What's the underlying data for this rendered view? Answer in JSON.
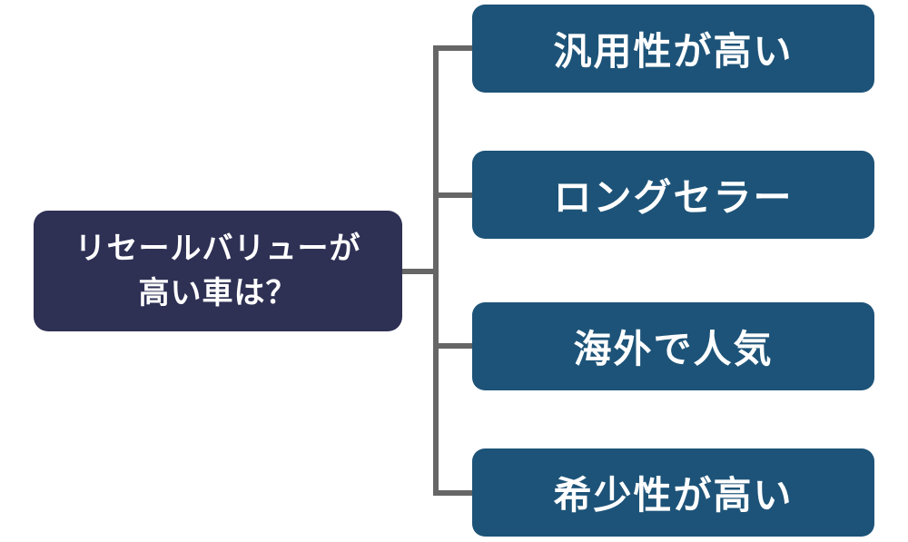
{
  "diagram": {
    "type": "tree",
    "root": {
      "label": "リセールバリューが高い車は？",
      "label_line1": "リセールバリューが",
      "label_line2": "高い車は？"
    },
    "children": [
      {
        "label": "汎用性が高い"
      },
      {
        "label": "ロングセラー"
      },
      {
        "label": "海外で人気"
      },
      {
        "label": "希少性が高い"
      }
    ],
    "colors": {
      "background": "#ffffff",
      "root_bg": "#2e3054",
      "child_bg": "#1d5378",
      "connector": "#666666",
      "text": "#ffffff"
    }
  }
}
